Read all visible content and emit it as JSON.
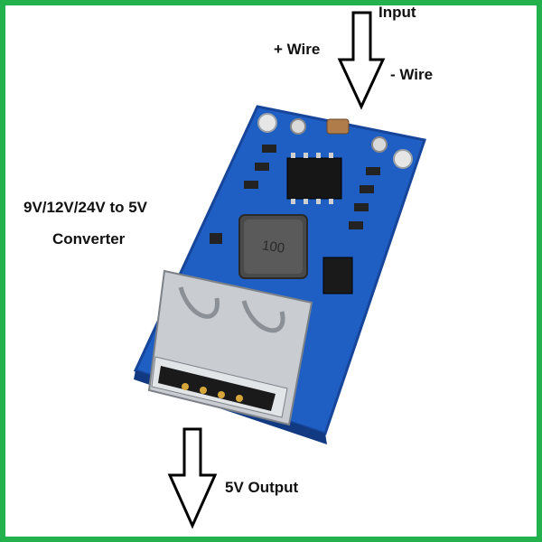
{
  "labels": {
    "input": "Input",
    "plus_wire": "+ Wire",
    "minus_wire": "- Wire",
    "converter_line1": "9V/12V/24V to 5V",
    "converter_line2": "Converter",
    "output": "5V Output"
  },
  "board": {
    "inductor_marking": "100"
  },
  "colors": {
    "frame": "#22b14c",
    "pcb": "#1f5fc4",
    "pcb_dark": "#16459a",
    "usb_metal": "#c9cdd2",
    "arrow_stroke": "#000000"
  },
  "icons": {
    "input_arrow": "arrow-down-icon",
    "output_arrow": "arrow-down-icon"
  }
}
